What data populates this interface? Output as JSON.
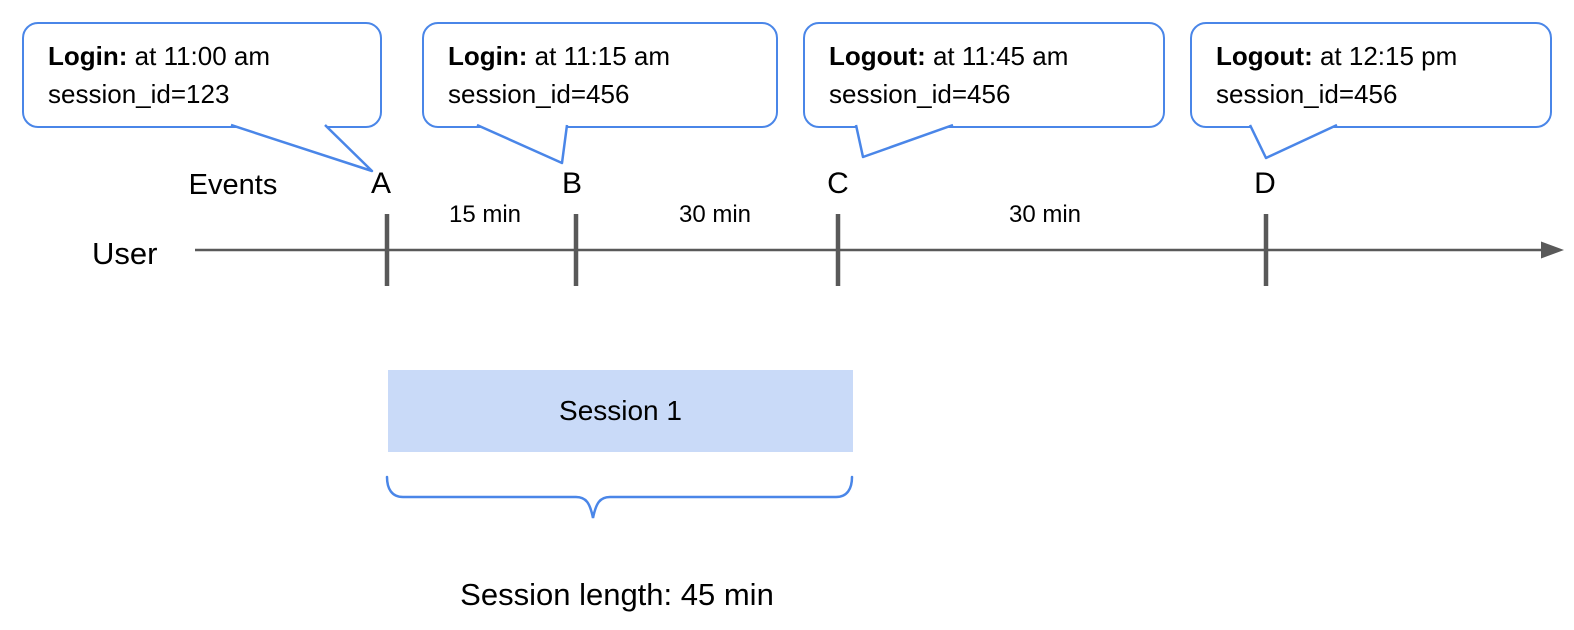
{
  "diagram": {
    "axis_labels": {
      "events": "Events",
      "user": "User"
    },
    "events": [
      {
        "label": "A",
        "event_type": "Login:",
        "time_text": "at 11:00 am",
        "session_text": "session_id=123"
      },
      {
        "label": "B",
        "event_type": "Login:",
        "time_text": "at 11:15 am",
        "session_text": "session_id=456"
      },
      {
        "label": "C",
        "event_type": "Logout:",
        "time_text": "at 11:45 am",
        "session_text": "session_id=456"
      },
      {
        "label": "D",
        "event_type": "Logout:",
        "time_text": "at 12:15 pm",
        "session_text": "session_id=456"
      }
    ],
    "intervals": [
      {
        "label": "15 min"
      },
      {
        "label": "30 min"
      },
      {
        "label": "30 min"
      }
    ],
    "session_box": {
      "label": "Session 1"
    },
    "session_length_label": "Session length: 45 min",
    "colors": {
      "callout_blue": "#4a86e8",
      "session_fill": "#c9daf8",
      "axis_gray": "#595959"
    }
  }
}
